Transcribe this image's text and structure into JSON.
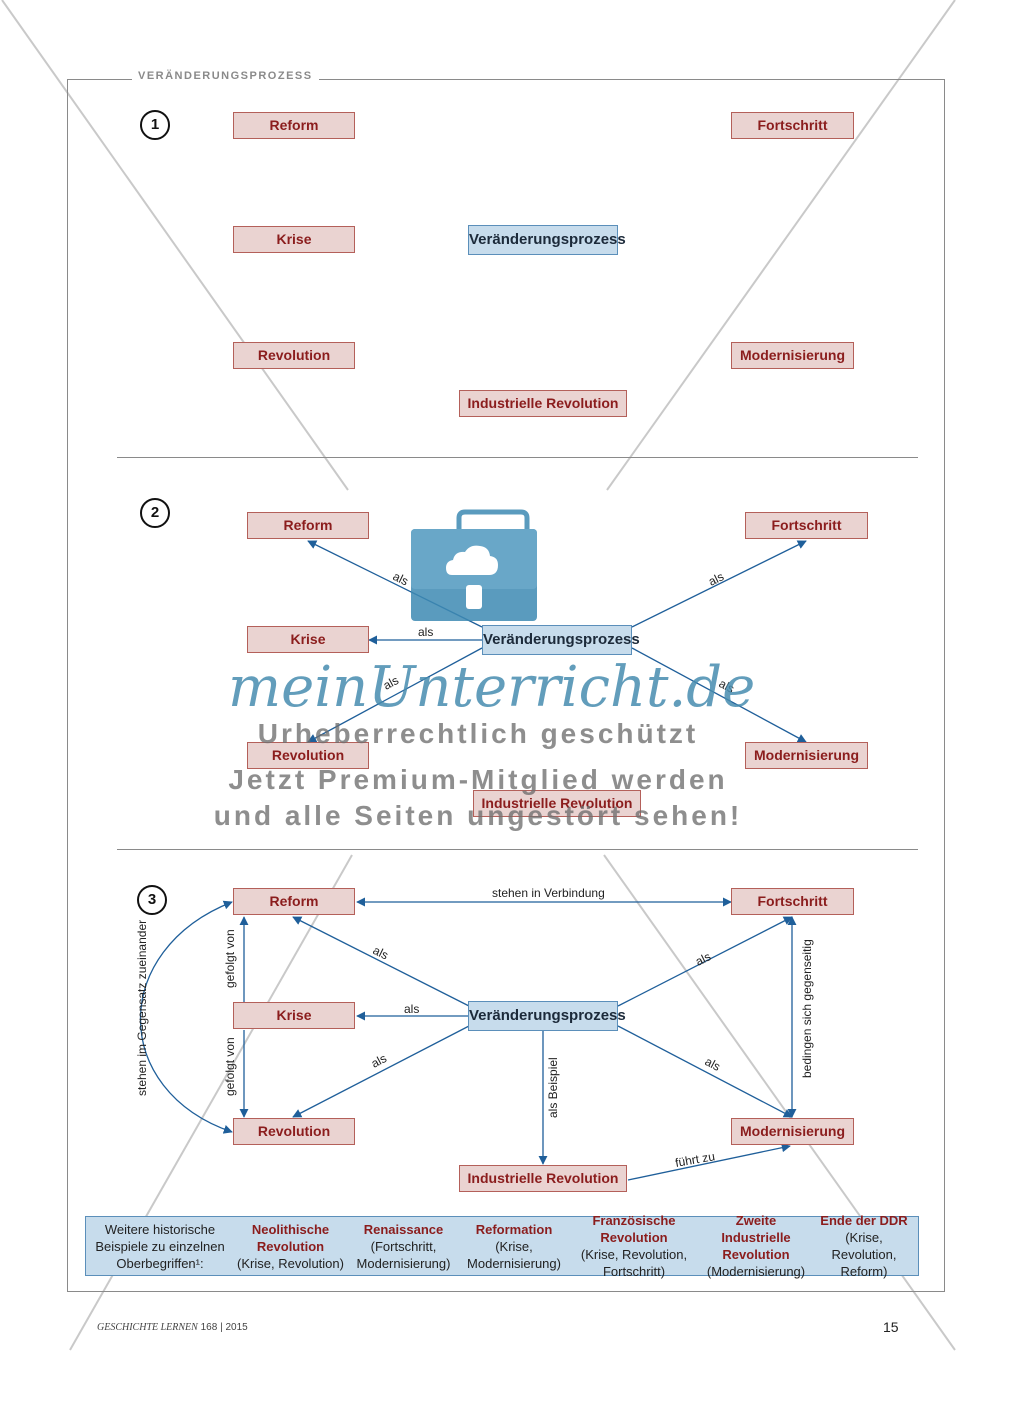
{
  "header": {
    "section_title": "VERÄNDERUNGSPROZESS"
  },
  "concepts": {
    "reform": "Reform",
    "fortschritt": "Fortschritt",
    "krise": "Krise",
    "prozess": "Veränderungsprozess",
    "revolution": "Revolution",
    "modernisierung": "Modernisierung",
    "industrielle": "Industrielle Revolution"
  },
  "steps": [
    "1",
    "2",
    "3"
  ],
  "edge_labels": {
    "als": "als",
    "stehen_in_verbindung": "stehen in Verbindung",
    "gefolgt_von": "gefolgt von",
    "gegensatz": "stehen im Gegensatz zueinander",
    "bedingen": "bedingen sich gegenseitig",
    "als_beispiel": "als Beispiel",
    "fuehrt_zu": "führt zu"
  },
  "examples": {
    "intro_lines": [
      "Weitere historische",
      "Beispiele zu einzelnen",
      "Oberbegriffen¹:"
    ],
    "items": [
      {
        "title_lines": [
          "Neolithische",
          "Revolution"
        ],
        "detail_lines": [
          "(Krise, Revolution)"
        ]
      },
      {
        "title_lines": [
          "Renaissance"
        ],
        "detail_lines": [
          "(Fortschritt,",
          "Modernisierung)"
        ]
      },
      {
        "title_lines": [
          "Reformation"
        ],
        "detail_lines": [
          "(Krise,",
          "Modernisierung)"
        ]
      },
      {
        "title_lines": [
          "Französische Revolution"
        ],
        "detail_lines": [
          "(Krise, Revolution,",
          "Fortschritt)"
        ]
      },
      {
        "title_lines": [
          "Zweite Industrielle",
          "Revolution"
        ],
        "detail_lines": [
          "(Modernisierung)"
        ]
      },
      {
        "title_lines": [
          "Ende der DDR"
        ],
        "detail_lines": [
          "(Krise, Revolution,",
          "Reform)"
        ]
      }
    ]
  },
  "footer": {
    "journal": "GESCHICHTE LERNEN",
    "issue": "168 | 2015",
    "page": "15"
  },
  "watermark": {
    "logo": "meinUnterricht.de",
    "line1": "Urheberrechtlich geschützt",
    "line2": "Jetzt Premium-Mitglied werden",
    "line3": "und alle Seiten ungestört sehen!"
  },
  "colors": {
    "concept_fill": "#ead3d1",
    "concept_text": "#8b1d1d",
    "process_fill": "#c7dcec",
    "arrow": "#1f5f9a"
  }
}
